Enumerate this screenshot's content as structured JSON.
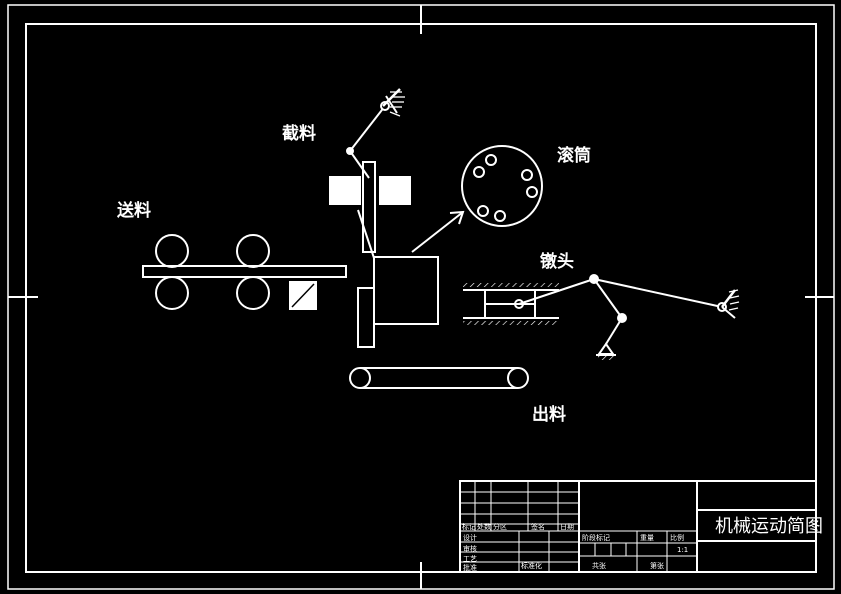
{
  "labels": {
    "feed": "送料",
    "cut": "截料",
    "drum": "滚筒",
    "upset": "镦头",
    "discharge": "出料"
  },
  "title_block": {
    "drawing_title": "机械运动简图",
    "scale": "1:1",
    "small_cells": [
      "标记",
      "处数",
      "分区",
      "签名",
      "日期",
      "设计",
      "标准化",
      "阶段标记",
      "重量",
      "比例",
      "审核",
      "工艺",
      "批准",
      "共张",
      "第张"
    ]
  },
  "colors": {
    "background": "#000000",
    "stroke": "#ffffff",
    "hatch": "#ffffff"
  }
}
